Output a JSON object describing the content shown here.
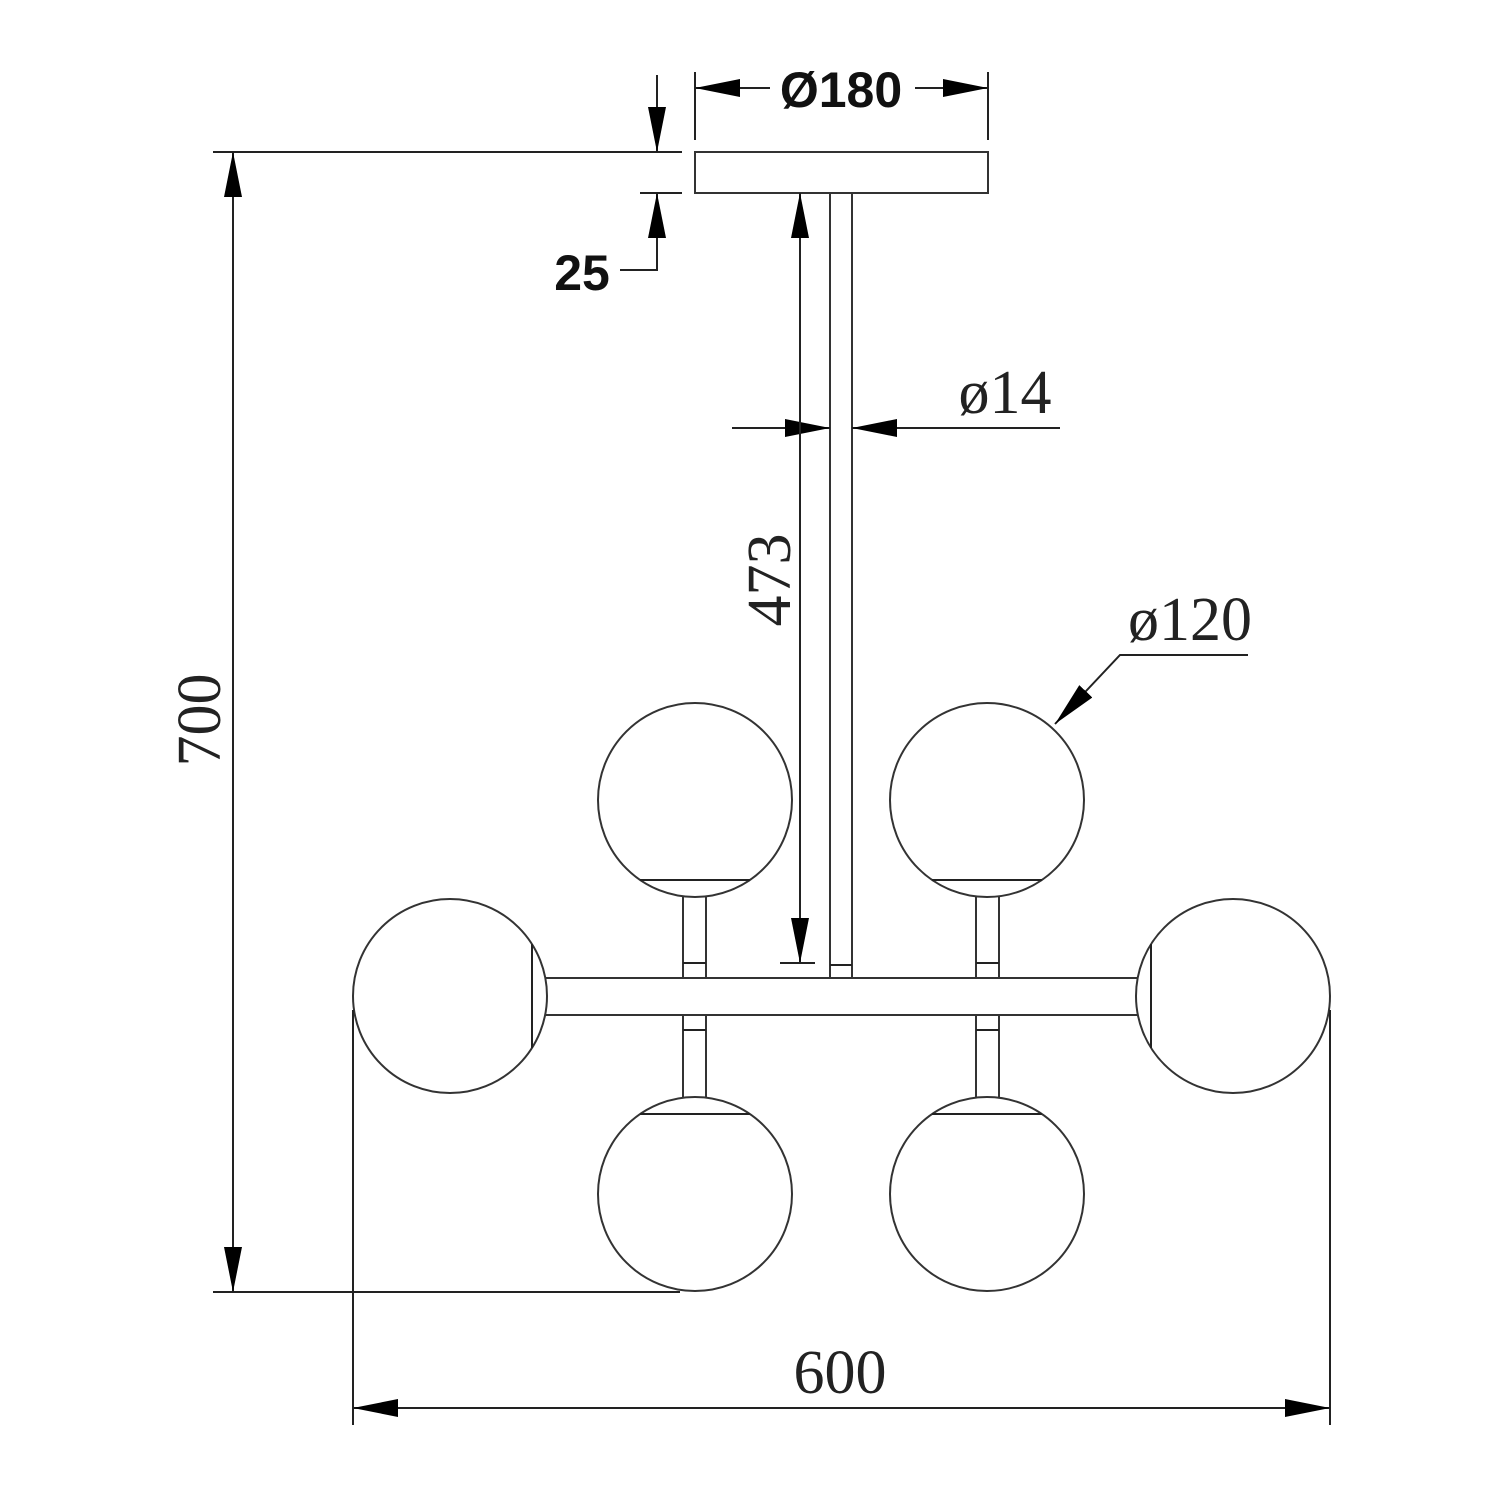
{
  "drawing": {
    "dimensions": {
      "canopy_diameter": "Ø180",
      "canopy_height": "25",
      "rod_diameter": "ø14",
      "rod_length": "473",
      "globe_diameter": "ø120",
      "total_height": "700",
      "total_width": "600"
    },
    "colors": {
      "line": "#222222",
      "background": "#ffffff"
    }
  }
}
